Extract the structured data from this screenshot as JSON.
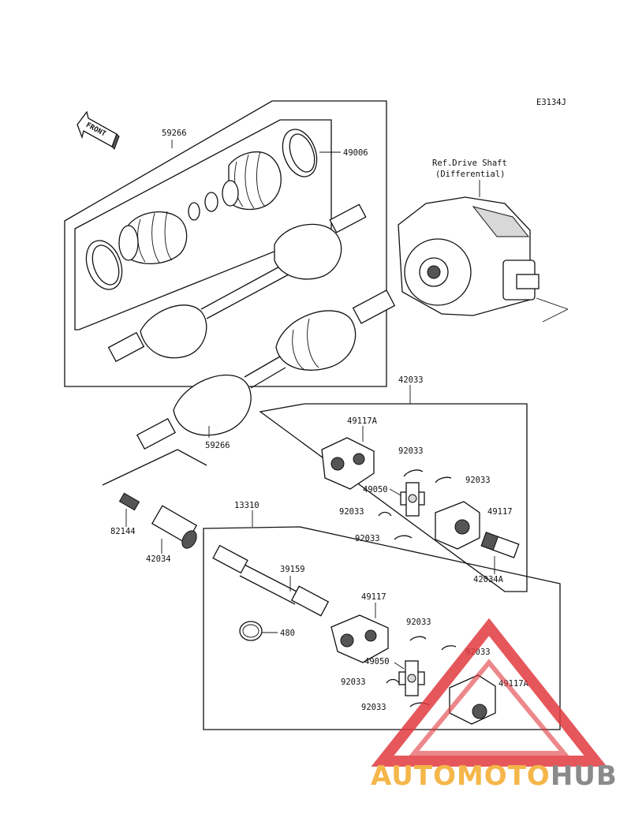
{
  "diagram": {
    "code": "E3134J",
    "front_label": "FRONT",
    "ref_line1": "Ref.Drive Shaft",
    "ref_line2": "(Differential)"
  },
  "labels": {
    "l_59266_top": "59266",
    "l_49006": "49006",
    "l_59266_bottom": "59266",
    "l_42033": "42033",
    "l_49117A_top": "49117A",
    "l_92033_a": "92033",
    "l_92033_b": "92033",
    "l_49050_top": "49050",
    "l_92033_c": "92033",
    "l_49117_top": "49117",
    "l_92033_d": "92033",
    "l_42034A": "42034A",
    "l_82144": "82144",
    "l_42034": "42034",
    "l_13310": "13310",
    "l_39159": "39159",
    "l_480": "480",
    "l_49117_bottom": "49117",
    "l_92033_e": "92033",
    "l_92033_f": "92033",
    "l_49050_bottom": "49050",
    "l_92033_g": "92033",
    "l_49117A_bottom": "49117A",
    "l_92033_h": "92033"
  },
  "watermark": {
    "text_orange": "AUTOMOTO",
    "text_gray": "HUB",
    "colors": {
      "orange": "#f5b64a",
      "red": "#e0393e",
      "gray": "#8a8a8a"
    }
  }
}
